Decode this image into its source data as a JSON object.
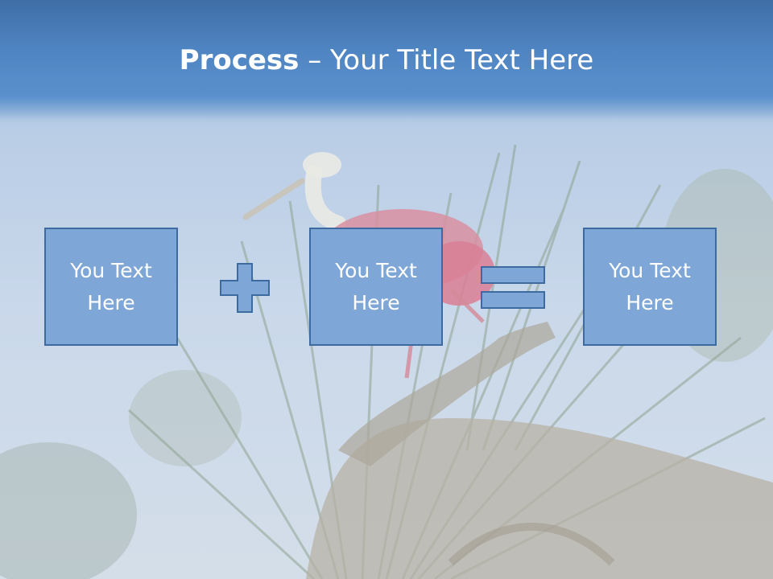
{
  "slide": {
    "title_bold": "Process",
    "title_dash": " – ",
    "title_rest": "Your Title Text Here",
    "boxes": [
      {
        "text": "You Text Here"
      },
      {
        "text": "You Text Here"
      },
      {
        "text": "You Text Here"
      }
    ],
    "operators": [
      "plus-icon",
      "equals-icon"
    ],
    "colors": {
      "title_bar": "#4f84c2",
      "box_fill": "#7ea6d6",
      "box_border": "#3d6a9f",
      "text": "#ffffff"
    }
  }
}
